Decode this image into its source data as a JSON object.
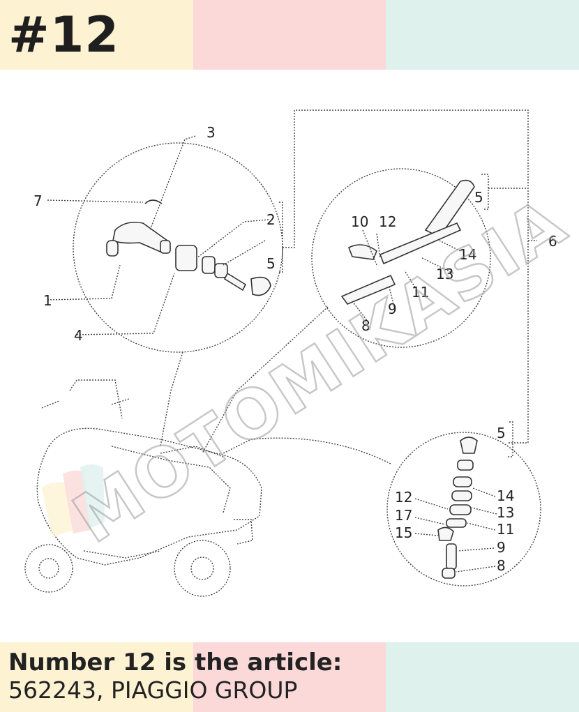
{
  "heading": "#12",
  "caption": {
    "line1": "Number 12 is the article:",
    "line2": "562243, PIAGGIO GROUP"
  },
  "diagram": {
    "callouts_left": [
      "3",
      "7",
      "2",
      "1",
      "5",
      "4"
    ],
    "callouts_right_top": [
      "5",
      "10",
      "12",
      "14",
      "13",
      "11",
      "9",
      "8"
    ],
    "callout_cable": "6",
    "callouts_right_bottom": [
      "5",
      "12",
      "14",
      "17",
      "13",
      "15",
      "11",
      "9",
      "8"
    ],
    "watermark": "MOTOMIKASIA"
  },
  "colors": {
    "band_yellow": "#fdf3d3",
    "band_pink": "#fbd9d9",
    "band_green": "#dff1ec"
  }
}
